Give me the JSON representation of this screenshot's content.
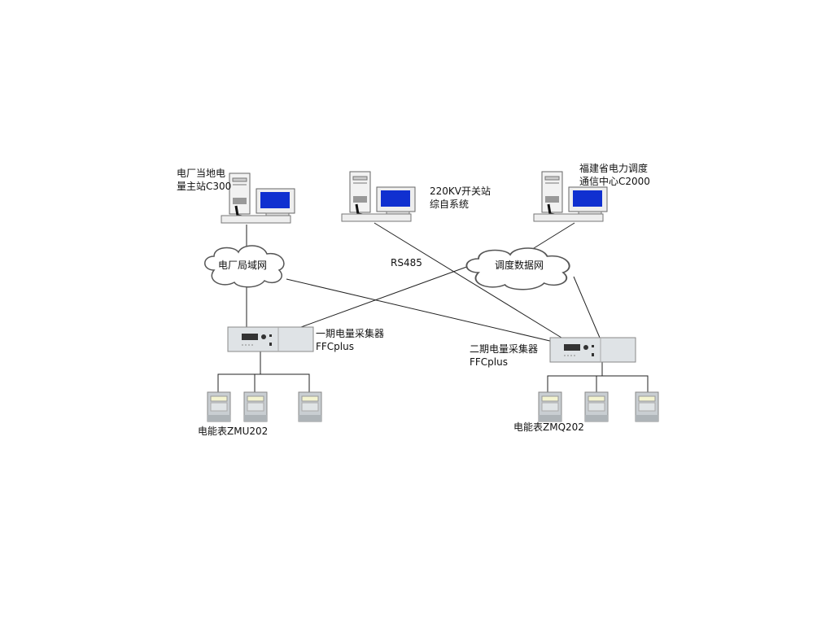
{
  "nodes": {
    "pc_local": {
      "line1": "电厂当地电",
      "line2": "量主站C300"
    },
    "pc_switch": {
      "line1": "220KV开关站",
      "line2": "综自系统"
    },
    "pc_dispatch": {
      "line1": "福建省电力调度",
      "line2": "通信中心C2000"
    },
    "cloud_lan": {
      "label": "电厂局域网"
    },
    "cloud_dispatch": {
      "label": "调度数据网"
    },
    "rs485": {
      "label": "RS485"
    },
    "collector1": {
      "line1": "一期电量采集器",
      "line2": "FFCplus"
    },
    "collector2": {
      "line1": "二期电量采集器",
      "line2": "FFCplus"
    },
    "meters1": {
      "label": "电能表ZMU202"
    },
    "meters2": {
      "label": "电能表ZMQ202"
    }
  },
  "colors": {
    "screen": "#1030d0",
    "line": "#222222",
    "device": "#dfe3e6"
  }
}
